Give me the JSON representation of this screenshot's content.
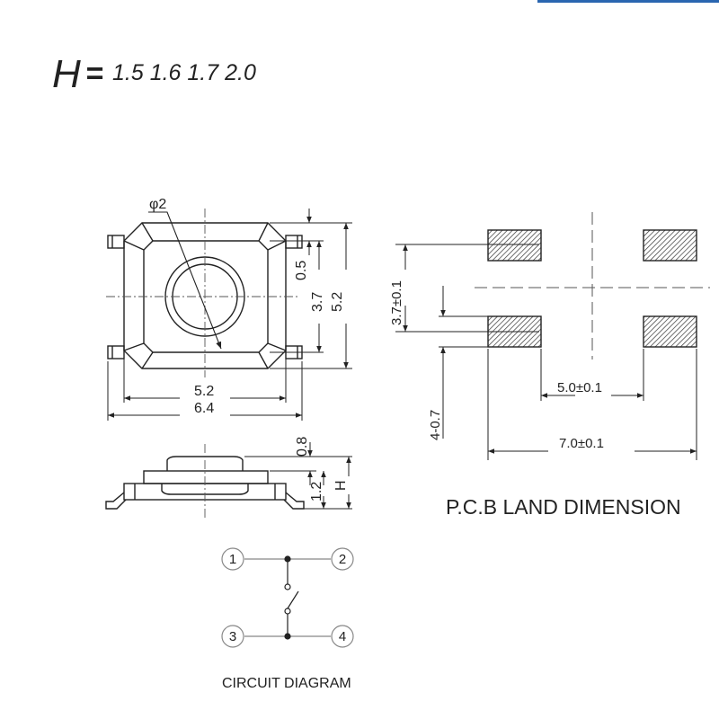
{
  "header": {
    "h_symbol": "H",
    "h_equals": "=",
    "h_values": "1.5  1.6  1.7  2.0"
  },
  "top_view": {
    "phi_label": "φ2",
    "dims": {
      "d_0_5": "0.5",
      "d_3_7": "3.7",
      "d_5_2_v": "5.2",
      "d_5_2_h": "5.2",
      "d_6_4": "6.4"
    }
  },
  "side_view": {
    "dims": {
      "d_0_8": "0.8",
      "d_1_2": "1.2",
      "d_H": "H"
    }
  },
  "pcb_land": {
    "dims": {
      "d_3_7_tol": "3.7±0.1",
      "d_4_0_7": "4-0.7",
      "d_5_0_tol": "5.0±0.1",
      "d_7_0_tol": "7.0±0.1"
    },
    "caption": "P.C.B LAND DIMENSION"
  },
  "circuit": {
    "pins": [
      "1",
      "2",
      "3",
      "4"
    ],
    "caption": "CIRCUIT DIAGRAM"
  },
  "colors": {
    "line": "#222222",
    "light_line": "#8a8a8a",
    "accent": "#2a66b0"
  }
}
